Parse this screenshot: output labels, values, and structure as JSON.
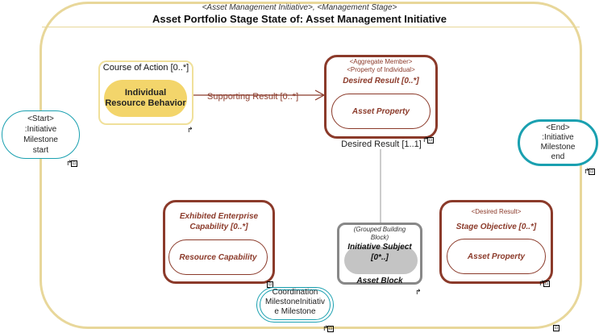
{
  "header": {
    "stereotype": "<Asset Management Initiative>, <Management Stage>",
    "title": "Asset Portfolio Stage State of: Asset Management Initiative"
  },
  "course_of_action": {
    "label": "Course of Action [0..*]",
    "inner": "Individual Resource Behavior"
  },
  "desired_result": {
    "stereotype1": "<Aggregate Member>",
    "stereotype2": "<Property of Individual>",
    "title": "Desired Result [0..*]",
    "inner": "Asset Property",
    "bottom_label": "Desired Result [1..1]"
  },
  "edge": {
    "label": "Supporting Result [0..*]"
  },
  "start": {
    "line1": "<Start>",
    "line2": ":Initiative",
    "line3": "Milestone",
    "line4": "start"
  },
  "end": {
    "line1": "<End>",
    "line2": ":Initiative",
    "line3": "Milestone",
    "line4": "end"
  },
  "exhibited": {
    "title_line1": "Exhibited Enterprise",
    "title_line2": "Capability [0..*]",
    "inner": "Resource Capability"
  },
  "asset_block": {
    "stereotype_line1": "(Grouped Building",
    "stereotype_line2": "Block)",
    "subject_line1": "Initiative Subject",
    "subject_line2": "[0*..]",
    "label": "Asset Block"
  },
  "stage_objective": {
    "stereotype": "<Desired Result>",
    "title": "Stage Objective [0..*]",
    "inner": "Asset Property"
  },
  "coordination": {
    "line1": "Coordination",
    "line2": "MilestoneInitiativ",
    "line3": "e Milestone"
  },
  "colors": {
    "container_border": "#e8d79a",
    "brown": "#8b3a2a",
    "teal": "#1aa0b0",
    "coa_fill": "#f3d56b",
    "block_gray": "#888888"
  },
  "icons": {
    "mini_arrow": "↱",
    "mini_box": "⊡"
  }
}
